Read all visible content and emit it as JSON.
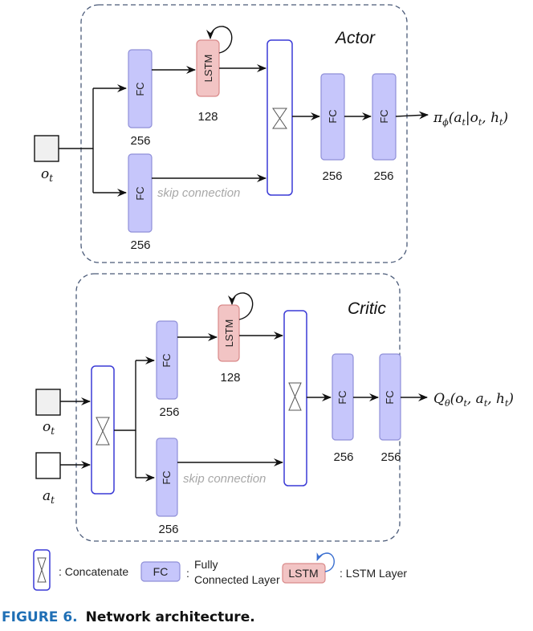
{
  "actor": {
    "title": "Actor",
    "input_label": "o",
    "input_sub": "t",
    "fc1_label": "FC",
    "fc1_size": "256",
    "lstm_label": "LSTM",
    "lstm_size": "128",
    "fc_skip_label": "FC",
    "fc_skip_size": "256",
    "skip_label": "skip connection",
    "fc2_label": "FC",
    "fc2_size": "256",
    "fc3_label": "FC",
    "fc3_size": "256",
    "output_label": "π_φ(a_t|o_t, h_t)"
  },
  "critic": {
    "title": "Critic",
    "input1_label": "o",
    "input1_sub": "t",
    "input2_label": "a",
    "input2_sub": "t",
    "fc1_label": "FC",
    "fc1_size": "256",
    "lstm_label": "LSTM",
    "lstm_size": "128",
    "fc_skip_label": "FC",
    "fc_skip_size": "256",
    "skip_label": "skip connection",
    "fc2_label": "FC",
    "fc2_size": "256",
    "fc3_label": "FC",
    "fc3_size": "256",
    "output_label": "Q_θ(o_t, a_t, h_t)"
  },
  "legend": {
    "concat": ": Concatenate",
    "fc_box": "FC",
    "fc_line1": "Fully",
    "fc_line2": "Connected Layer",
    "fc_colon": ":",
    "lstm_box": "LSTM",
    "lstm": ": LSTM Layer"
  },
  "caption": {
    "figure": "FIGURE 6.",
    "text": "Network architecture."
  },
  "colors": {
    "fc_fill": "#c6c6fb",
    "fc_stroke": "#8f8fd8",
    "lstm_fill": "#f2c4c4",
    "lstm_stroke": "#d98a8a",
    "concat_stroke": "#3a3ad6",
    "dashed_border": "#4a5a78",
    "caption_blue": "#1f6fb5"
  }
}
